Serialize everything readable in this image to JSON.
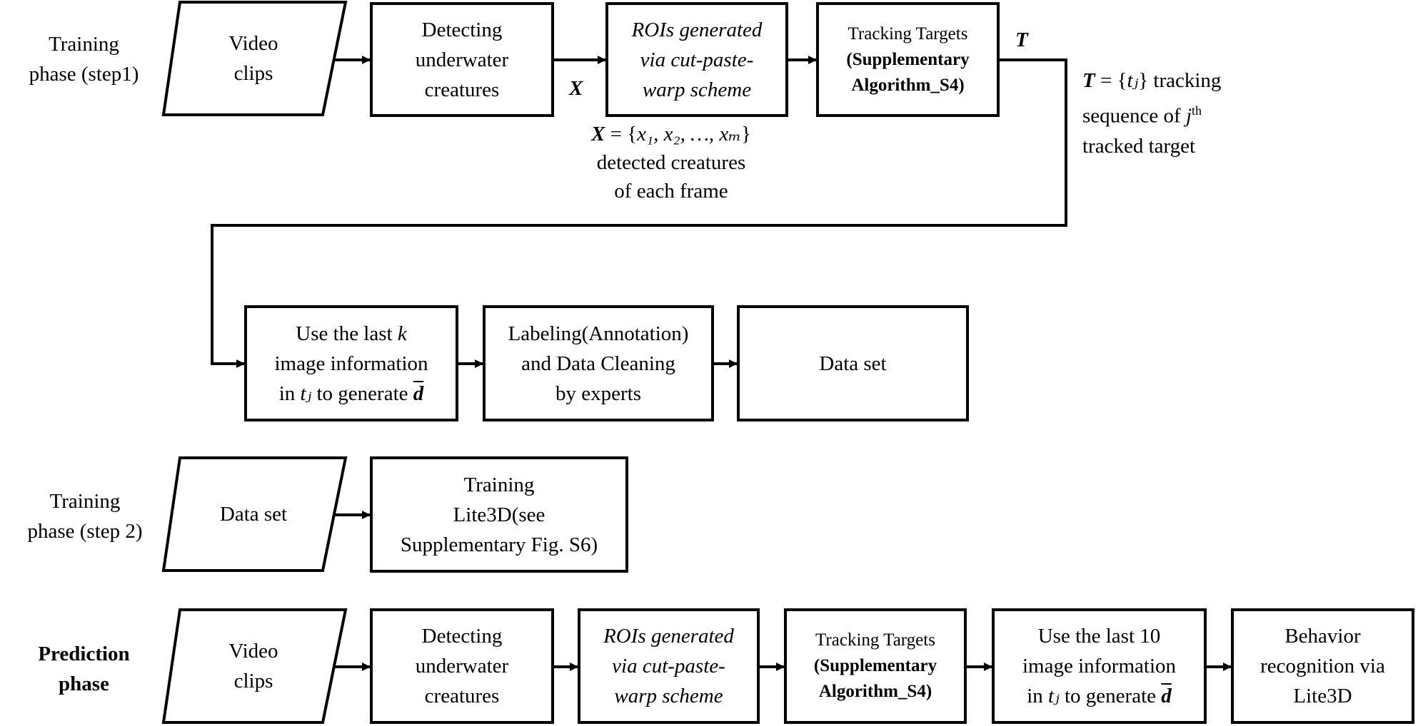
{
  "step1": {
    "phase_label": [
      "Training",
      "phase (step1)"
    ],
    "video": [
      "Video",
      "clips"
    ],
    "detect": [
      "Detecting",
      "underwater",
      "creatures"
    ],
    "roi": [
      "ROIs generated",
      "via cut-paste-",
      "warp scheme"
    ],
    "track_title": "Tracking Targets",
    "track_bold": [
      "(Supplementary",
      "Algorithm_S4)"
    ],
    "x_symbol": "X",
    "x_def": {
      "sym": "X",
      "eq": " = {",
      "set": "x₁, x₂, …, xₘ",
      "close": "}",
      "lines": [
        "detected creatures",
        "of each frame"
      ]
    },
    "t_symbol": "T",
    "t_def": {
      "sym": "T",
      "eq": " = {",
      "set": "tⱼ",
      "close": "} tracking",
      "line2_pre": "sequence of ",
      "line2_j": "j",
      "line2_th": "th",
      "line3": "tracked target"
    },
    "use_last": {
      "line1_pre": "Use the last ",
      "line1_k": "k",
      "line2": "image information",
      "line3_pre": "in ",
      "line3_tj": "tⱼ",
      "line3_mid": " to generate ",
      "line3_d": "d"
    },
    "labeling": [
      "Labeling(Annotation)",
      "and Data Cleaning",
      "by experts"
    ],
    "dataset": "Data set"
  },
  "step2": {
    "phase_label": [
      "Training",
      "phase (step 2)"
    ],
    "dataset": "Data set",
    "training": [
      "Training",
      "Lite3D(see",
      "Supplementary Fig. S6)"
    ]
  },
  "prediction": {
    "phase_label": [
      "Prediction",
      "phase"
    ],
    "video": [
      "Video",
      "clips"
    ],
    "detect": [
      "Detecting",
      "underwater",
      "creatures"
    ],
    "roi": [
      "ROIs generated",
      "via cut-paste-",
      "warp scheme"
    ],
    "track_title": "Tracking Targets",
    "track_bold": [
      "(Supplementary",
      "Algorithm_S4)"
    ],
    "use_last": {
      "line1": "Use the last 10",
      "line2": "image information",
      "line3_pre": "in ",
      "line3_tj": "tⱼ",
      "line3_mid": " to generate ",
      "line3_d": "d"
    },
    "behavior": [
      "Behavior",
      "recognition via",
      "Lite3D"
    ]
  }
}
